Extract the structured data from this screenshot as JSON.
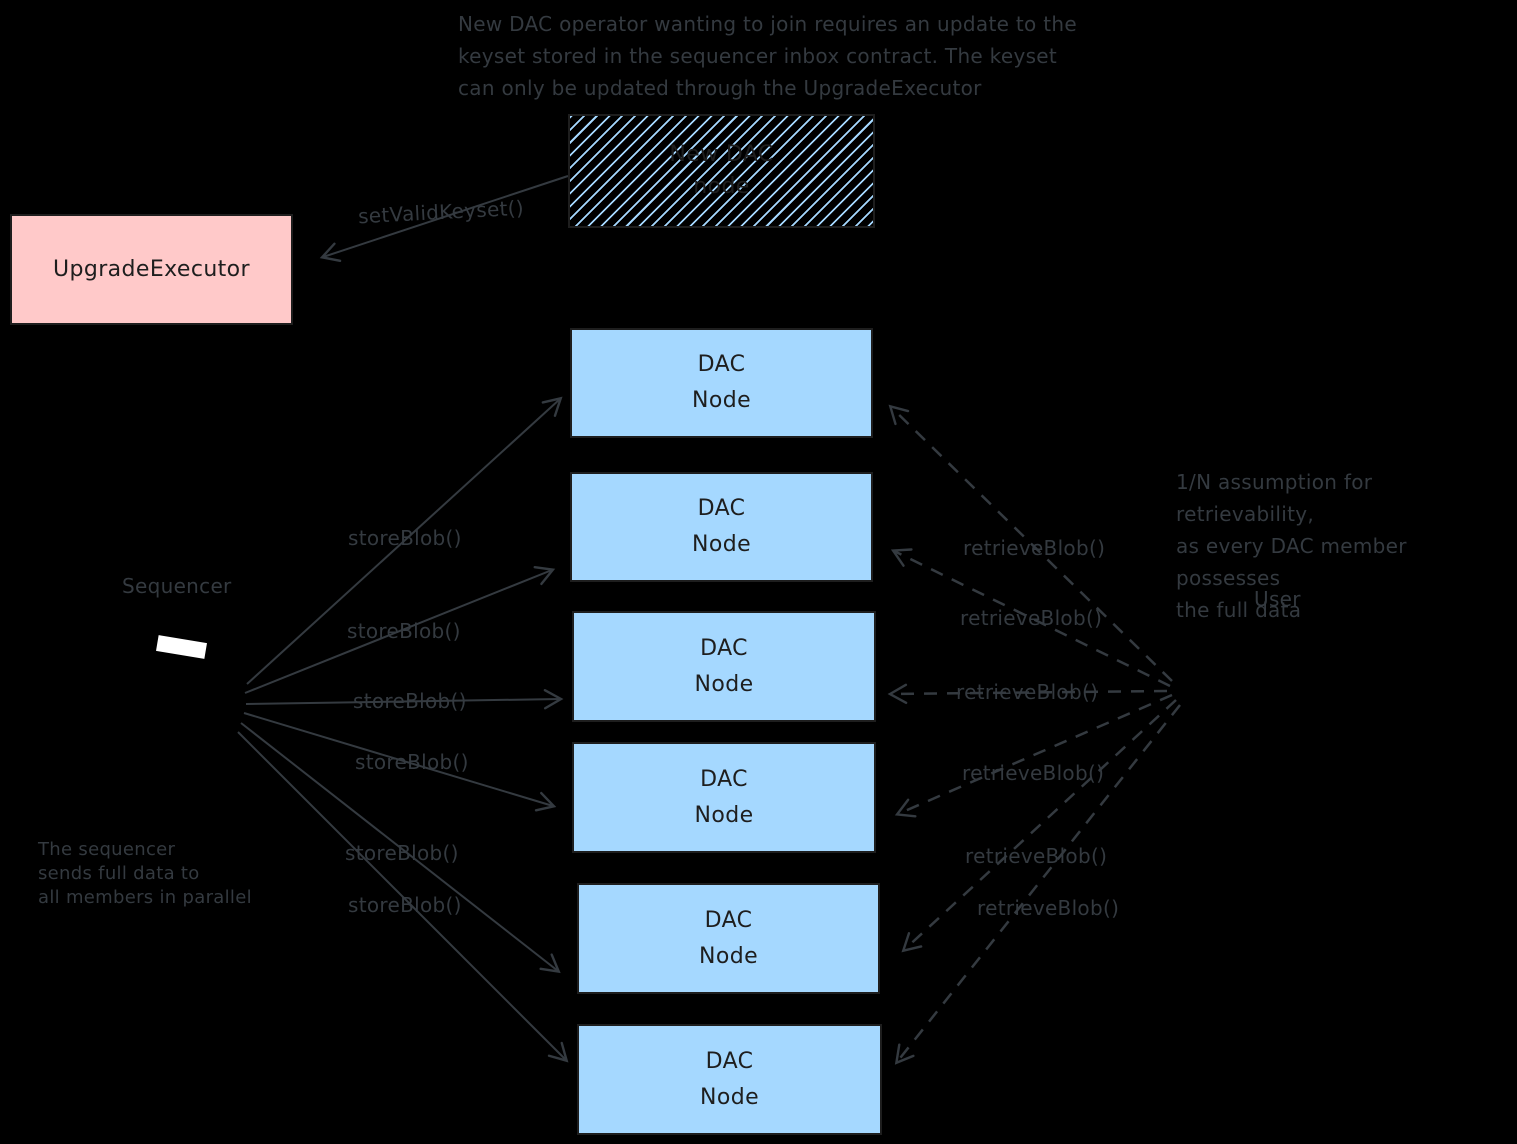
{
  "notes": {
    "keyset": "New DAC operator wanting to join requires an update to the\nkeyset stored in the sequencer inbox contract. The keyset\ncan only be updated through the UpgradeExecutor",
    "retrievability": "1/N assumption for retrievability,\nas every DAC member possesses\nthe full data",
    "sequencer": "The sequencer\nsends full data to\nall members in parallel"
  },
  "nodes": {
    "upgrade_executor": "UpgradeExecutor",
    "new_dac_node": "New DAC\nnode",
    "dac_node": "DAC\nNode",
    "sequencer": "Sequencer",
    "user": "User"
  },
  "edges": {
    "set_valid_keyset": "setValidKeyset()",
    "store_blob": "storeBlob()",
    "retrieve_blob": "retrieveBlob()"
  },
  "colors": {
    "background": "#000000",
    "stroke_gray": "#343a40",
    "ink_black": "#1e1e1e",
    "pink_fill": "#ffc9c9",
    "blue_fill": "#a5d8ff",
    "sequencer_screen_white": "#ffffff"
  }
}
